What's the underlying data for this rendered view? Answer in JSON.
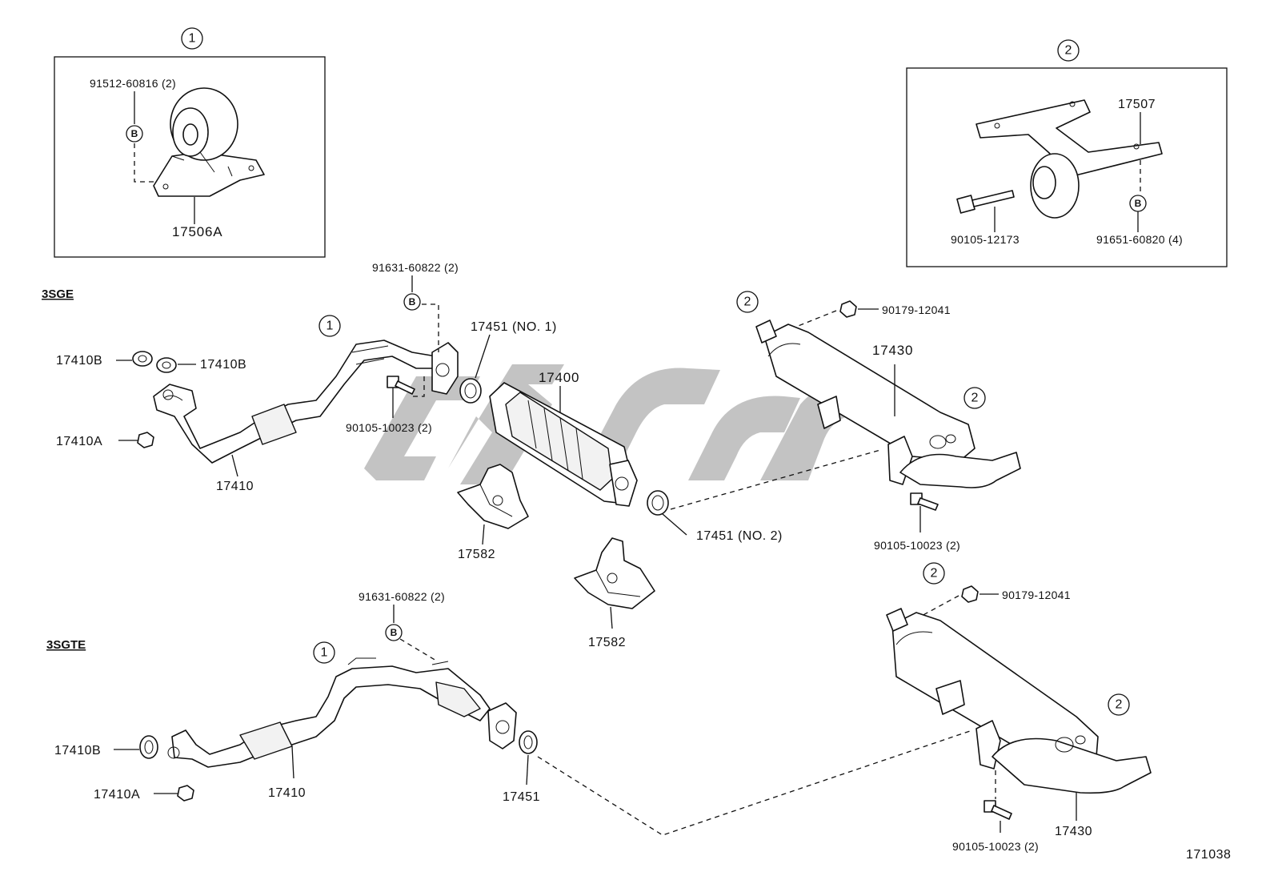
{
  "diagram": {
    "figure_number": "171038",
    "sections": {
      "sge": "3SGE",
      "sgte": "3SGTE"
    },
    "detail_1": {
      "ref": "1",
      "bolt": "91512-60816 (2)",
      "part": "17506A"
    },
    "detail_2": {
      "ref": "2",
      "bracket": "17507",
      "bolt_left": "90105-12173",
      "bolt_right": "91651-60820 (4)"
    },
    "callout_b": "B",
    "sge_labels": {
      "gasket_b_left": "17410B",
      "gasket_b_right": "17410B",
      "nut_a": "17410A",
      "pipe": "17410",
      "ref_pipe": "1",
      "bolt_top": "91631-60822 (2)",
      "bolt_flange": "90105-10023 (2)",
      "gasket_no1": "17451 (NO. 1)",
      "converter": "17400",
      "bracket_1": "17582",
      "bracket_2": "17582",
      "gasket_no2": "17451 (NO. 2)",
      "ref_muffler_top": "2",
      "nut_muffler": "90179-12041",
      "muffler": "17430",
      "ref_muffler_tail": "2",
      "bolt_muffler": "90105-10023 (2)"
    },
    "sgte_labels": {
      "bolt_top": "91631-60822 (2)",
      "ref_pipe": "1",
      "gasket_b": "17410B",
      "nut_a": "17410A",
      "pipe": "17410",
      "gasket": "17451",
      "ref_muffler_top": "2",
      "nut_muffler": "90179-12041",
      "ref_muffler_tail": "2",
      "muffler": "17430",
      "bolt_muffler": "90105-10023 (2)"
    }
  }
}
